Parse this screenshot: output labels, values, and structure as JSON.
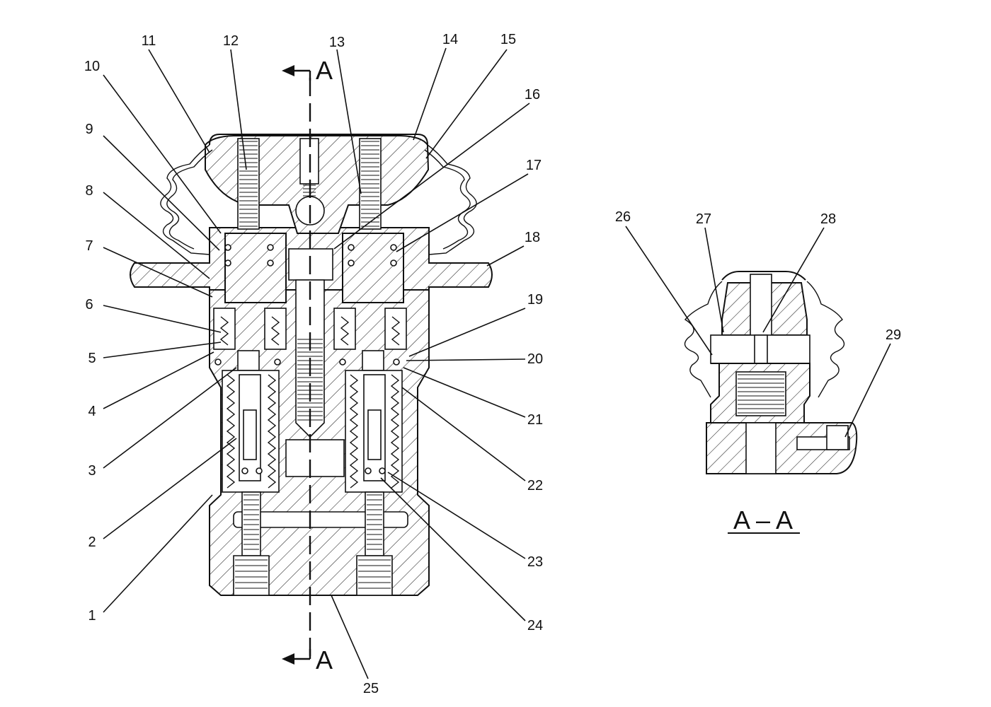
{
  "section_markers": {
    "top": "A",
    "bottom": "A"
  },
  "section_view_title": "A – A",
  "callouts": [
    "1",
    "2",
    "3",
    "4",
    "5",
    "6",
    "7",
    "8",
    "9",
    "10",
    "11",
    "12",
    "13",
    "14",
    "15",
    "16",
    "17",
    "18",
    "19",
    "20",
    "21",
    "22",
    "23",
    "24",
    "25",
    "26",
    "27",
    "28",
    "29"
  ]
}
